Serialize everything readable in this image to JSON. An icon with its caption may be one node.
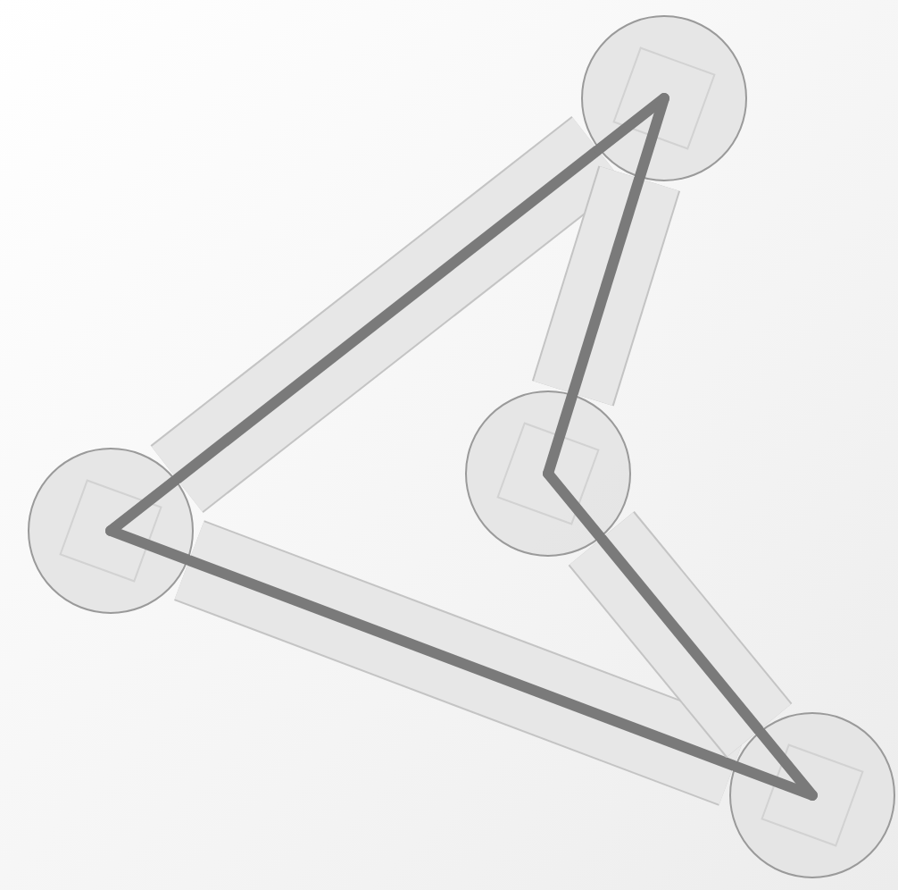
{
  "diagram": {
    "nodes": [
      {
        "text": [],
        "shape": "circle"
      },
      {
        "text": [],
        "shape": "circle"
      },
      {
        "text": [],
        "shape": "circle"
      },
      {
        "text": [],
        "shape": "circle"
      }
    ],
    "edges": [
      {
        "from": 0,
        "to": 2,
        "arrow": "none"
      },
      {
        "from": 2,
        "to": 3,
        "arrow": "none"
      },
      {
        "from": 3,
        "to": 1,
        "arrow": "none"
      },
      {
        "from": 1,
        "to": 0,
        "arrow": "none"
      }
    ]
  }
}
